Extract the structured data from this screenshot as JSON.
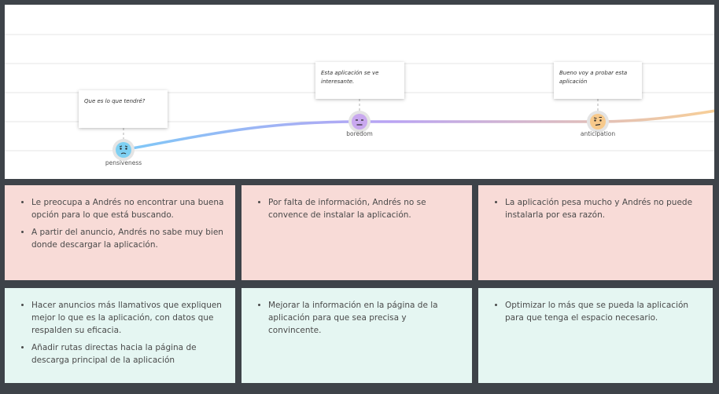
{
  "journey": {
    "stages": [
      {
        "emotion": "pensiveness",
        "thought": "Que es lo que tendré?",
        "color": "#7fd0f2",
        "face": "pensive-face-icon"
      },
      {
        "emotion": "boredom",
        "thought": "Esta aplicación se ve interesante.",
        "color": "#c9a8ef",
        "face": "neutral-face-icon"
      },
      {
        "emotion": "anticipation",
        "thought": "Bueno voy a probar esta aplicación",
        "color": "#f7c98b",
        "face": "skeptical-face-icon"
      }
    ],
    "curve_colors": [
      "#7ec8f7",
      "#b9a3f3",
      "#f8cf97"
    ]
  },
  "pain_points": [
    {
      "items": [
        "Le preocupa a Andrés no  encontrar una buena opción para lo que está buscando.",
        "A partir del anuncio, Andrés no sabe muy bien donde descargar la aplicación."
      ]
    },
    {
      "items": [
        "Por  falta de información, Andrés no  se convence de instalar la aplicación."
      ]
    },
    {
      "items": [
        "La aplicación pesa mucho y Andrés no puede instalarla por esa razón."
      ]
    }
  ],
  "opportunities": [
    {
      "items": [
        "Hacer anuncios más llamativos que expliquen mejor lo que es la aplicación, con datos que respalden su eficacia.",
        "Añadir rutas directas hacia la página de descarga principal de la aplicación"
      ]
    },
    {
      "items": [
        "Mejorar la información en la página de la aplicación para que sea precisa y convincente."
      ]
    },
    {
      "items": [
        "Optimizar lo más que se pueda la aplicación para que tenga el espacio necesario."
      ]
    }
  ]
}
